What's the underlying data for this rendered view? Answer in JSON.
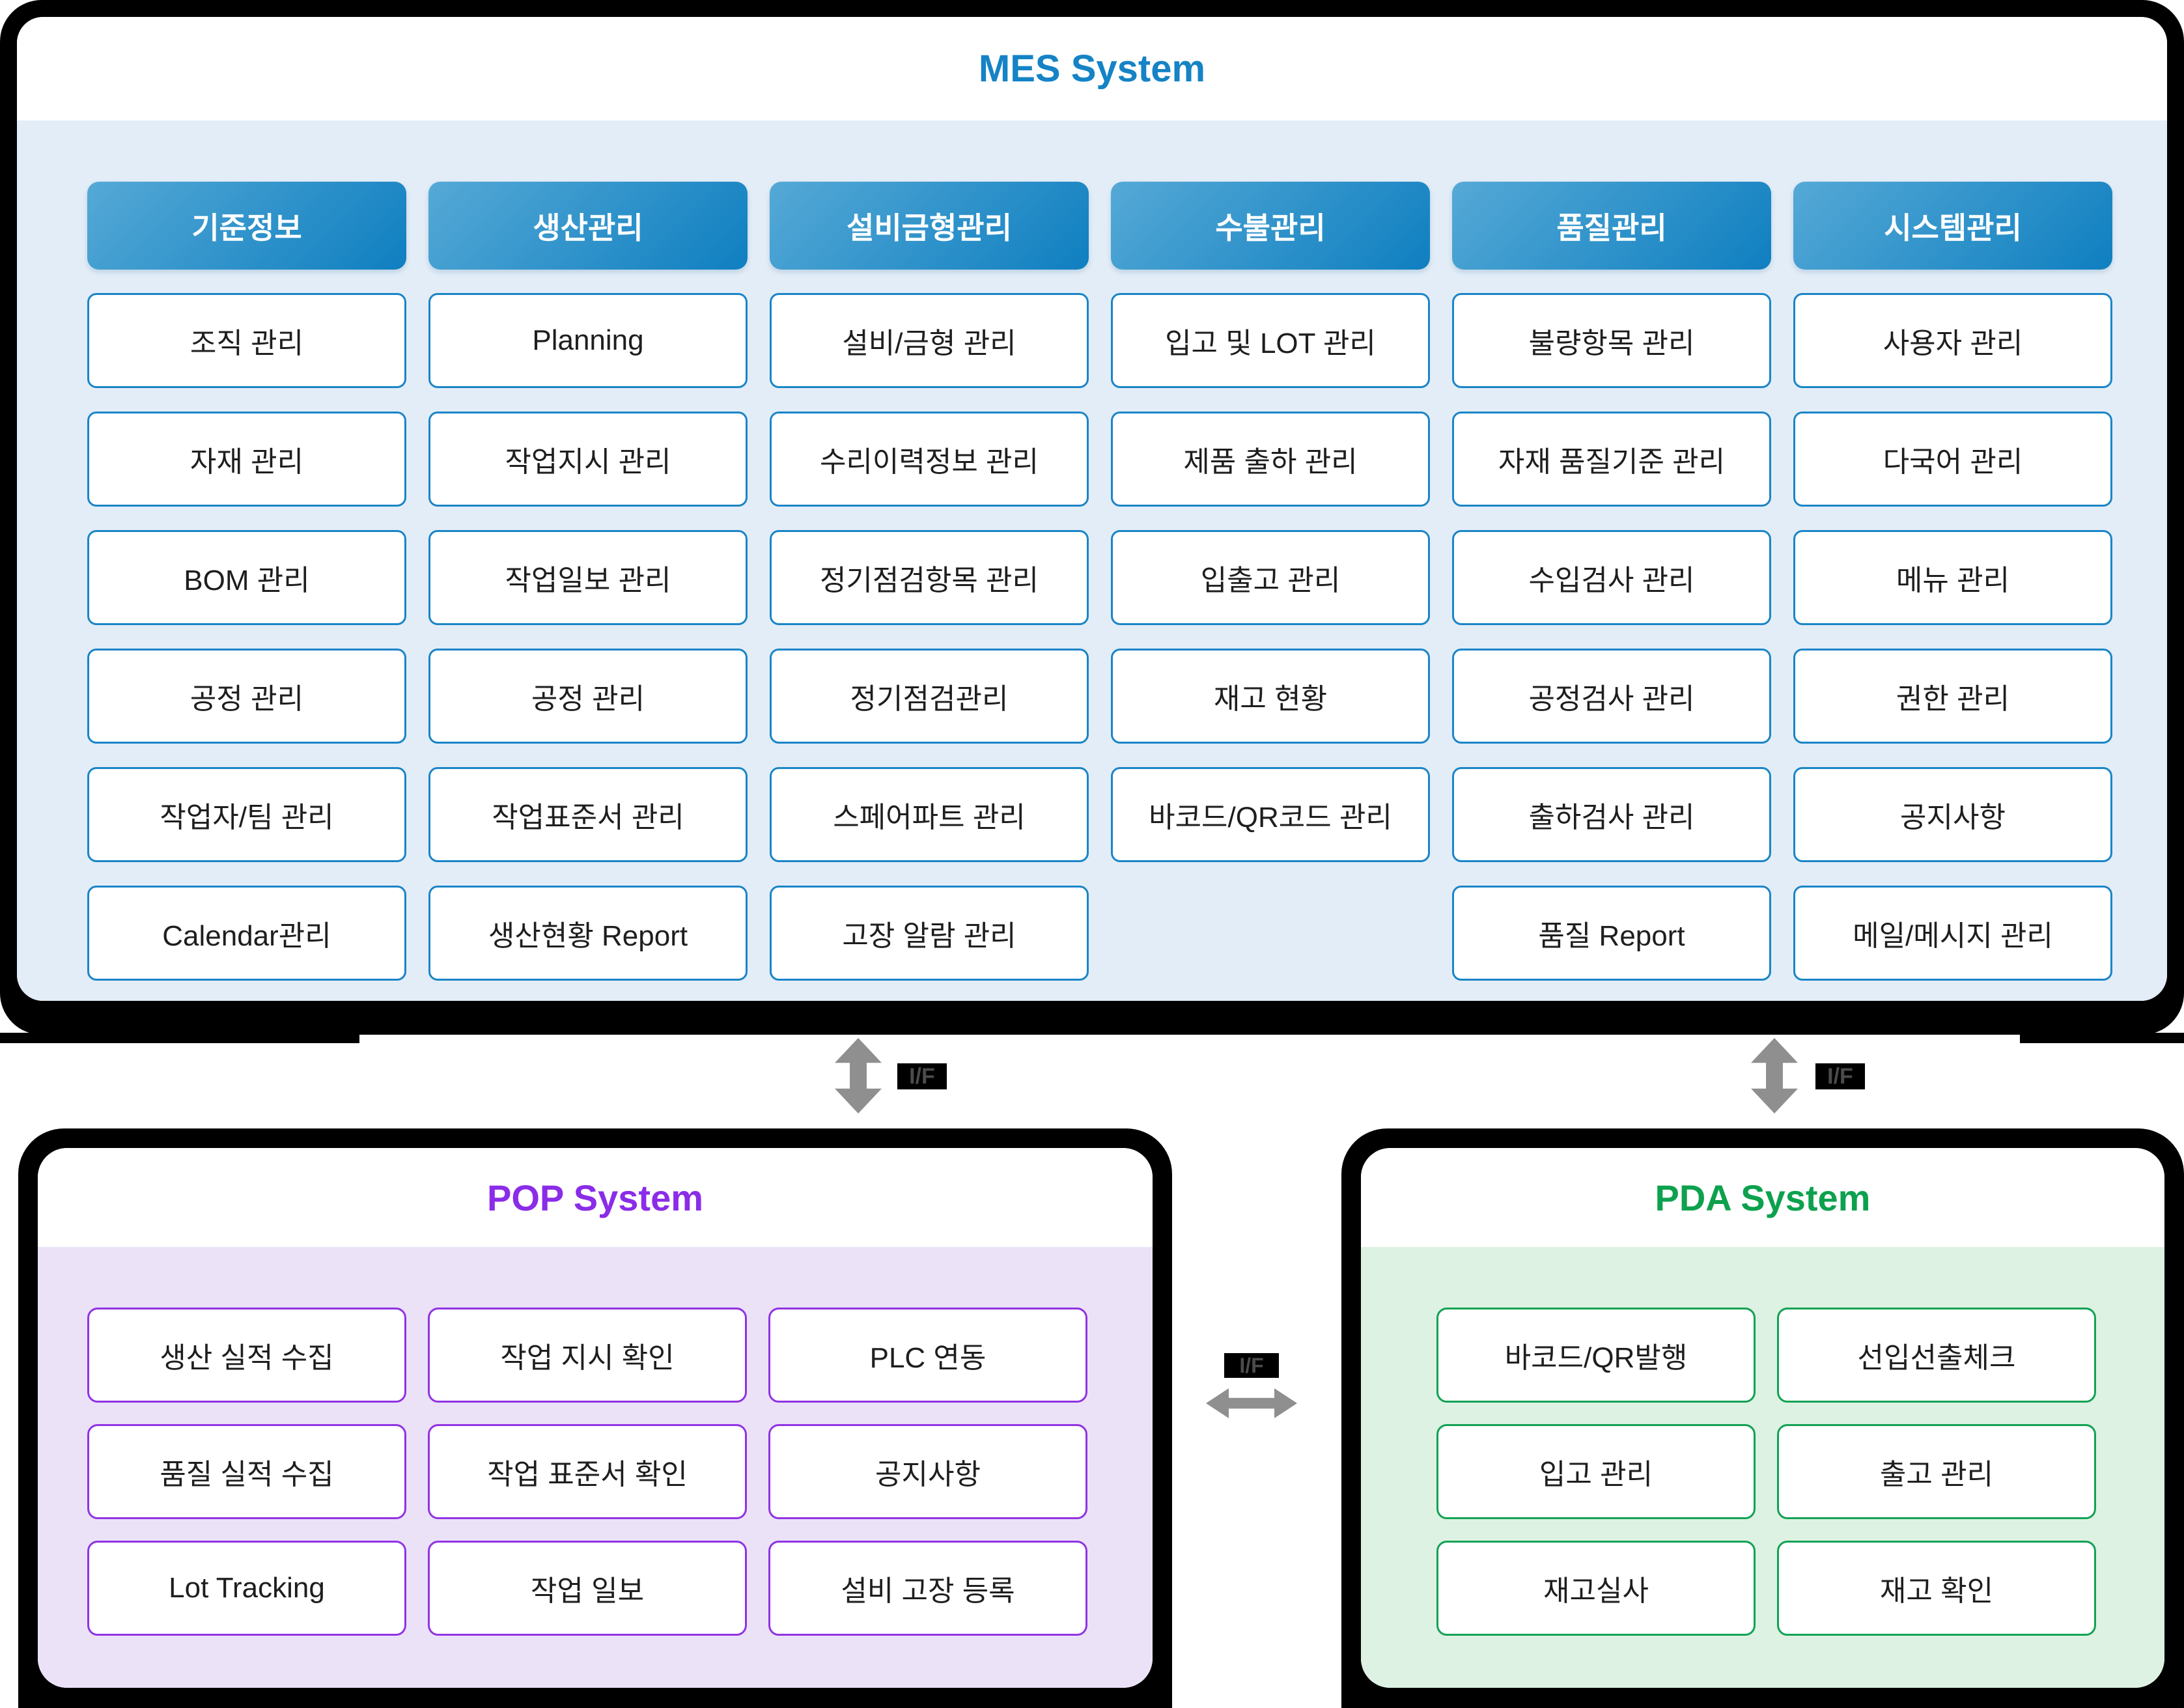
{
  "mes": {
    "title": "MES System",
    "columns": [
      {
        "header": "기준정보",
        "items": [
          "조직 관리",
          "자재 관리",
          "BOM 관리",
          "공정 관리",
          "작업자/팀 관리",
          "Calendar관리"
        ]
      },
      {
        "header": "생산관리",
        "items": [
          "Planning",
          "작업지시 관리",
          "작업일보 관리",
          "공정 관리",
          "작업표준서 관리",
          "생산현황 Report"
        ]
      },
      {
        "header": "설비금형관리",
        "items": [
          "설비/금형 관리",
          "수리이력정보 관리",
          "정기점검항목 관리",
          "정기점검관리",
          "스페어파트 관리",
          "고장 알람 관리"
        ]
      },
      {
        "header": "수불관리",
        "items": [
          "입고 및 LOT 관리",
          "제품 출하 관리",
          "입출고 관리",
          "재고 현황",
          "바코드/QR코드 관리"
        ]
      },
      {
        "header": "품질관리",
        "items": [
          "불량항목 관리",
          "자재 품질기준 관리",
          "수입검사 관리",
          "공정검사 관리",
          "출하검사 관리",
          "품질 Report"
        ]
      },
      {
        "header": "시스템관리",
        "items": [
          "사용자 관리",
          "다국어 관리",
          "메뉴 관리",
          "권한 관리",
          "공지사항",
          "메일/메시지 관리"
        ]
      }
    ]
  },
  "pop": {
    "title": "POP System",
    "items": [
      "생산 실적 수집",
      "작업 지시 확인",
      "PLC 연동",
      "품질 실적 수집",
      "작업 표준서 확인",
      "공지사항",
      "Lot Tracking",
      "작업 일보",
      "설비 고장 등록"
    ]
  },
  "pda": {
    "title": "PDA System",
    "items": [
      "바코드/QR발행",
      "선입선출체크",
      "입고 관리",
      "출고 관리",
      "재고실사",
      "재고 확인"
    ]
  },
  "interfaces": {
    "label": "I/F"
  },
  "colors": {
    "mes_bg": "#e3edf7",
    "mes_border": "#1a85c7",
    "mes_title": "#1583c5",
    "header_grad_start": "#55a9d6",
    "header_grad_end": "#0f7fc0",
    "pop_bg": "#ebe2f8",
    "pop_border": "#9133e3",
    "pop_title": "#8a2ce8",
    "pda_bg": "#ddf2e2",
    "pda_border": "#12a254",
    "pda_title": "#0da14e",
    "arrow": "#8f8f8f",
    "if_text": "#4b4b4b",
    "frame": "#000000"
  }
}
